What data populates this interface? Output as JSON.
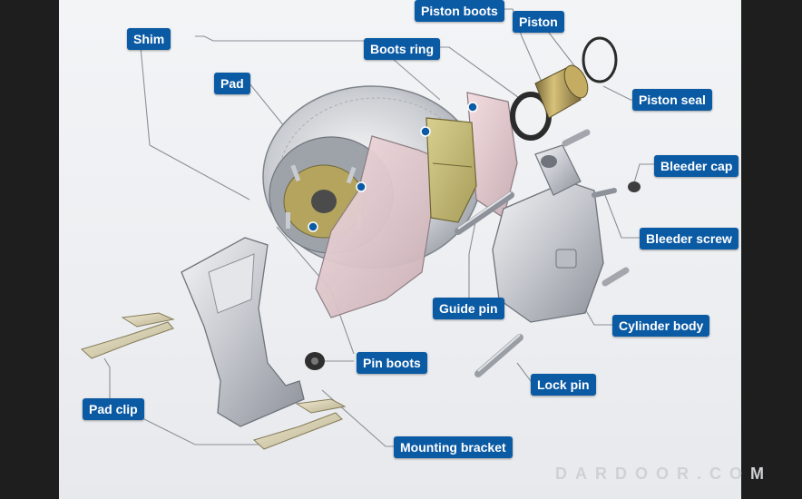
{
  "labels": {
    "shim": "Shim",
    "pad": "Pad",
    "boots_ring": "Boots ring",
    "piston_boots": "Piston boots",
    "piston": "Piston",
    "piston_seal": "Piston seal",
    "bleeder_cap": "Bleeder cap",
    "bleeder_screw": "Bleeder screw",
    "guide_pin": "Guide pin",
    "cylinder_body": "Cylinder body",
    "pin_boots": "Pin boots",
    "lock_pin": "Lock pin",
    "pad_clip": "Pad clip",
    "mounting_bracket": "Mounting bracket"
  },
  "watermark": "DARDOOR.COM",
  "colors": {
    "label_bg": "#0b5aa4",
    "label_text": "#ffffff",
    "pointer_dot": "#0b5aa4"
  }
}
